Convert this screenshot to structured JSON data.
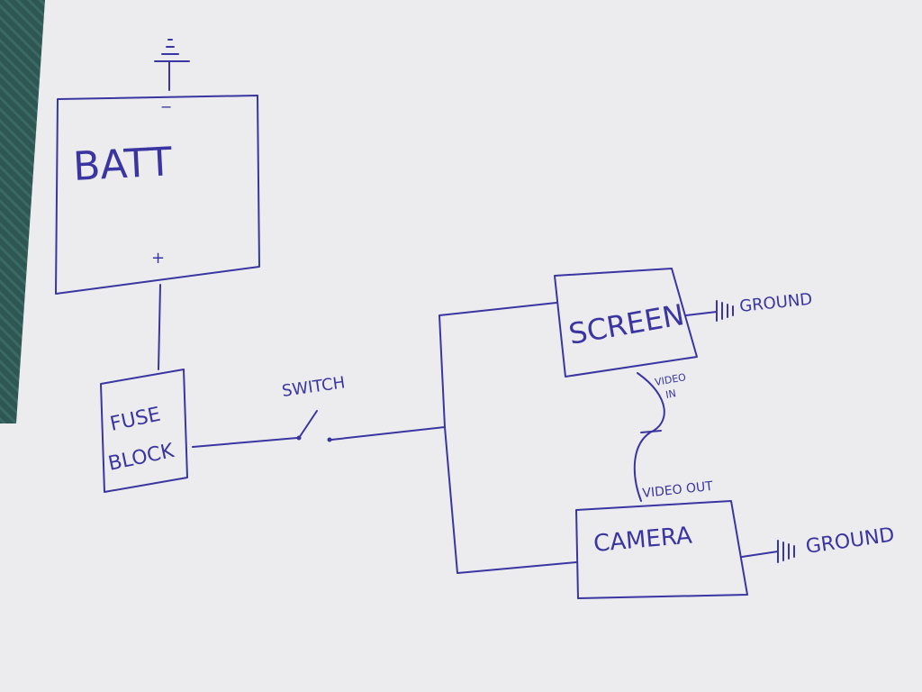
{
  "diagram": {
    "battery": {
      "label": "BATT",
      "negative": "−",
      "positive": "+"
    },
    "fuse_block": {
      "line1": "FUSE",
      "line2": "BLOCK"
    },
    "switch": {
      "label": "SWITCH"
    },
    "screen": {
      "label": "SCREEN",
      "ground_label": "GROUND"
    },
    "video_in": {
      "line1": "VIDEO",
      "line2": "IN"
    },
    "video_out": {
      "label": "VIDEO OUT"
    },
    "camera": {
      "label": "CAMERA",
      "ground_label": "GROUND"
    },
    "ink_color": "#3a35a0",
    "paper_color": "#ececef"
  }
}
